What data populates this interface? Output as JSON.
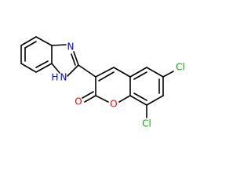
{
  "molecule": {
    "atoms": {
      "n_imine": {
        "label": "N",
        "color": "#0000ff"
      },
      "n_amine": {
        "label": "N",
        "color": "#0000ff"
      },
      "h_amine": {
        "label": "H",
        "color": "#0000ff"
      },
      "o_carbonyl": {
        "label": "O",
        "color": "#ff0000"
      },
      "o_ring": {
        "label": "O",
        "color": "#ff0000"
      },
      "cl_6": {
        "label": "Cl",
        "color": "#00aa00"
      },
      "cl_8": {
        "label": "Cl",
        "color": "#00aa00"
      }
    }
  }
}
